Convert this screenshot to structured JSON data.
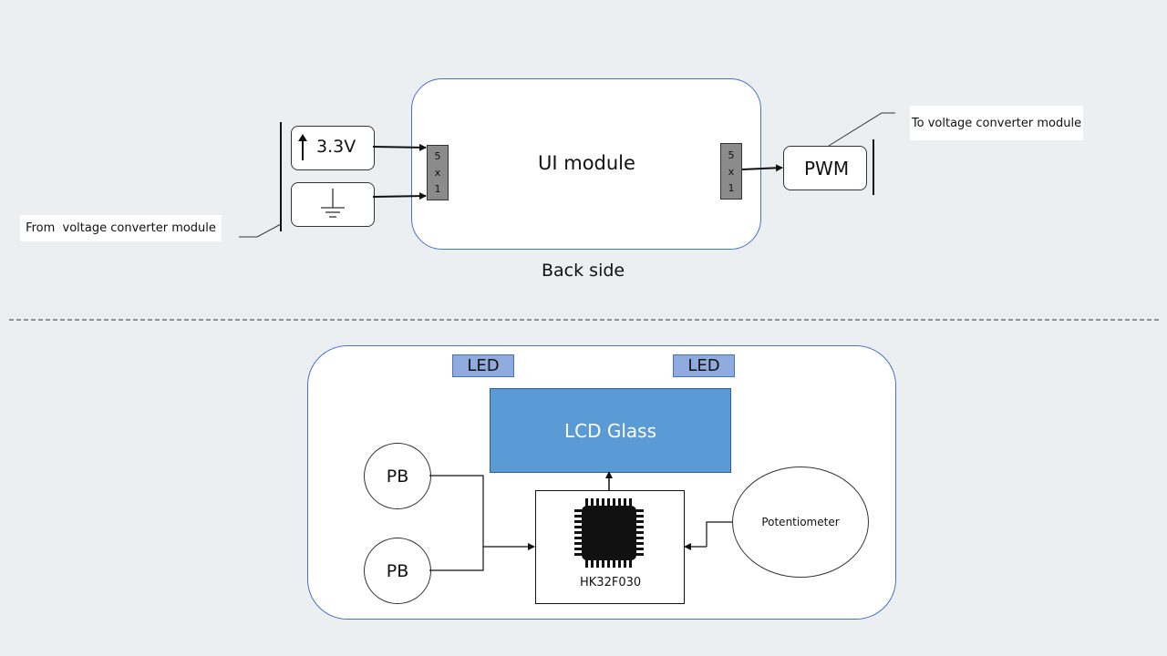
{
  "top": {
    "module_label": "UI module",
    "caption": "Back side",
    "power_label": "3.3V",
    "connector_left": [
      "5",
      "x",
      "1"
    ],
    "connector_right": [
      "5",
      "x",
      "1"
    ],
    "pwm_label": "PWM",
    "from_label": "From  voltage converter module",
    "to_label": "To voltage converter module"
  },
  "bottom": {
    "led_left": "LED",
    "led_right": "LED",
    "lcd_label": "LCD Glass",
    "pb_top": "PB",
    "pb_bottom": "PB",
    "mcu_label": "HK32F030",
    "pot_label": "Potentiometer"
  },
  "colors": {
    "background": "#ebeff1",
    "module_border": "#4472c4",
    "lcd_fill": "#5b9bd5",
    "led_fill": "#8faadc",
    "connector_fill": "#8b8b8b"
  },
  "icons": {
    "power": "up-arrow-icon",
    "ground": "ground-icon",
    "mcu": "chip-icon"
  }
}
